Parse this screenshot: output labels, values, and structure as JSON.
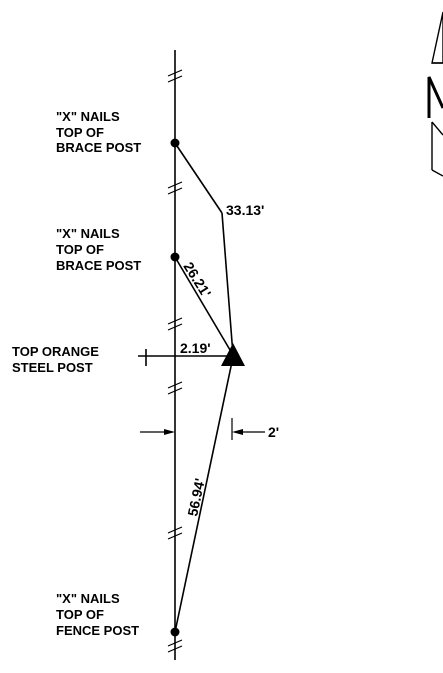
{
  "points": [
    {
      "line1": "\"X\" NAILS",
      "line2": "TOP OF",
      "line3": "BRACE POST"
    },
    {
      "line1": "\"X\" NAILS",
      "line2": "TOP OF",
      "line3": "BRACE POST"
    },
    {
      "line1": "TOP ORANGE",
      "line2": "STEEL POST"
    },
    {
      "line1": "\"X\" NAILS",
      "line2": "TOP OF",
      "line3": "FENCE POST"
    }
  ],
  "dimensions": {
    "upper_distance": "33.13'",
    "middle_distance": "26.21'",
    "offset_distance": "2.19'",
    "lower_distance": "56.94'",
    "side_offset": "2'"
  }
}
